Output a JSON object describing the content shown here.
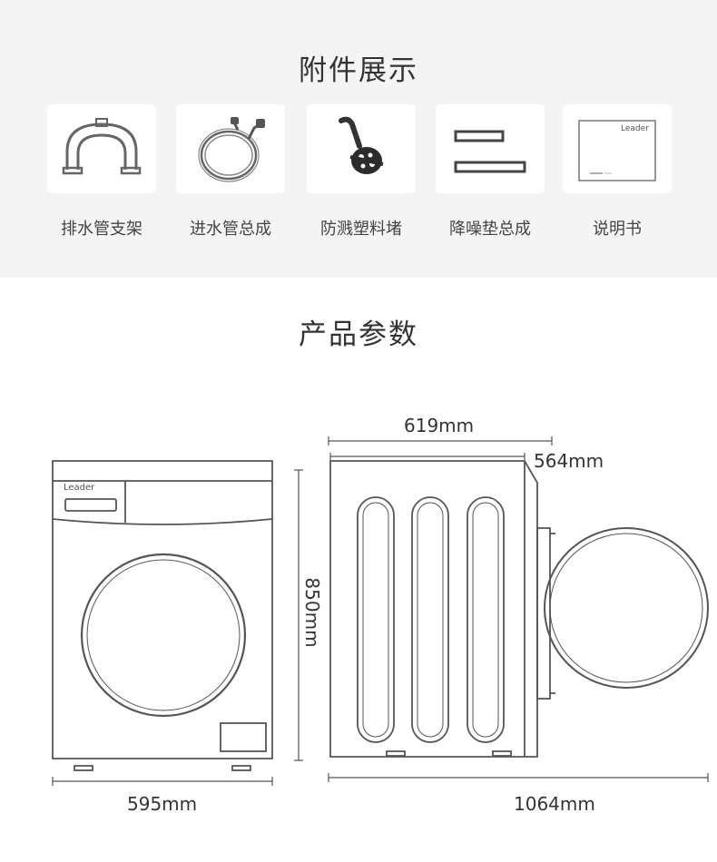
{
  "accessories": {
    "title": "附件展示",
    "items": [
      {
        "label": "排水管支架",
        "icon": "drain-hose-bracket-icon"
      },
      {
        "label": "进水管总成",
        "icon": "inlet-hose-icon"
      },
      {
        "label": "防溅塑料堵",
        "icon": "splash-plug-icon"
      },
      {
        "label": "降噪垫总成",
        "icon": "noise-pad-icon"
      },
      {
        "label": "说明书",
        "icon": "manual-icon"
      }
    ],
    "manual_brand": "Leader"
  },
  "parameters": {
    "title": "产品参数",
    "brand_logo": "Leader",
    "dimensions": {
      "width": "595mm",
      "height": "850mm",
      "depth_with_door": "619mm",
      "depth_body": "564mm",
      "depth_door_open": "1064mm"
    }
  },
  "colors": {
    "band_background": "#f4f4f4",
    "line": "#555555",
    "text": "#333333"
  }
}
